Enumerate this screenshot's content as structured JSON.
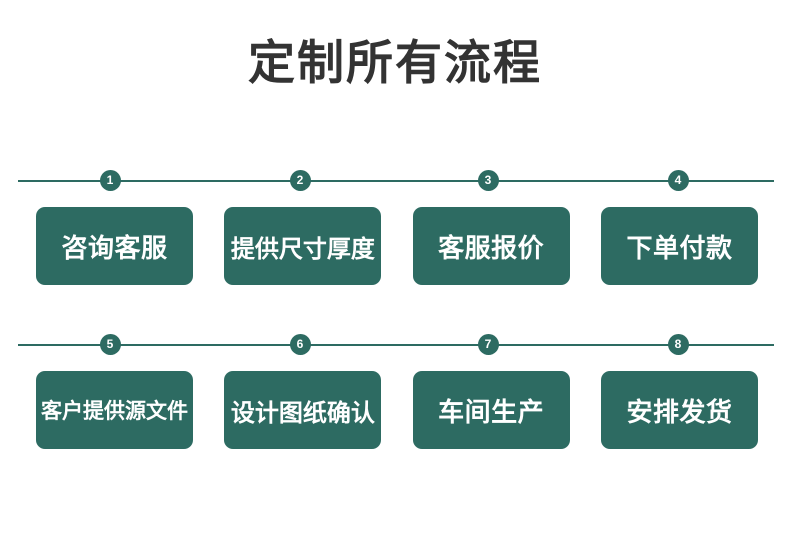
{
  "page": {
    "title": "定制所有流程",
    "background_color": "#ffffff",
    "accent_color": "#2d6b62",
    "title_color": "#333333",
    "box_text_color": "#ffffff"
  },
  "rows": [
    {
      "row_name": "row-1",
      "steps": [
        {
          "number": "1",
          "label": "咨询客服"
        },
        {
          "number": "2",
          "label": "提供尺寸厚度"
        },
        {
          "number": "3",
          "label": "客服报价"
        },
        {
          "number": "4",
          "label": "下单付款"
        }
      ]
    },
    {
      "row_name": "row-2",
      "steps": [
        {
          "number": "5",
          "label": "客户提供源文件"
        },
        {
          "number": "6",
          "label": "设计图纸确认"
        },
        {
          "number": "7",
          "label": "车间生产"
        },
        {
          "number": "8",
          "label": "安排发货"
        }
      ]
    }
  ]
}
